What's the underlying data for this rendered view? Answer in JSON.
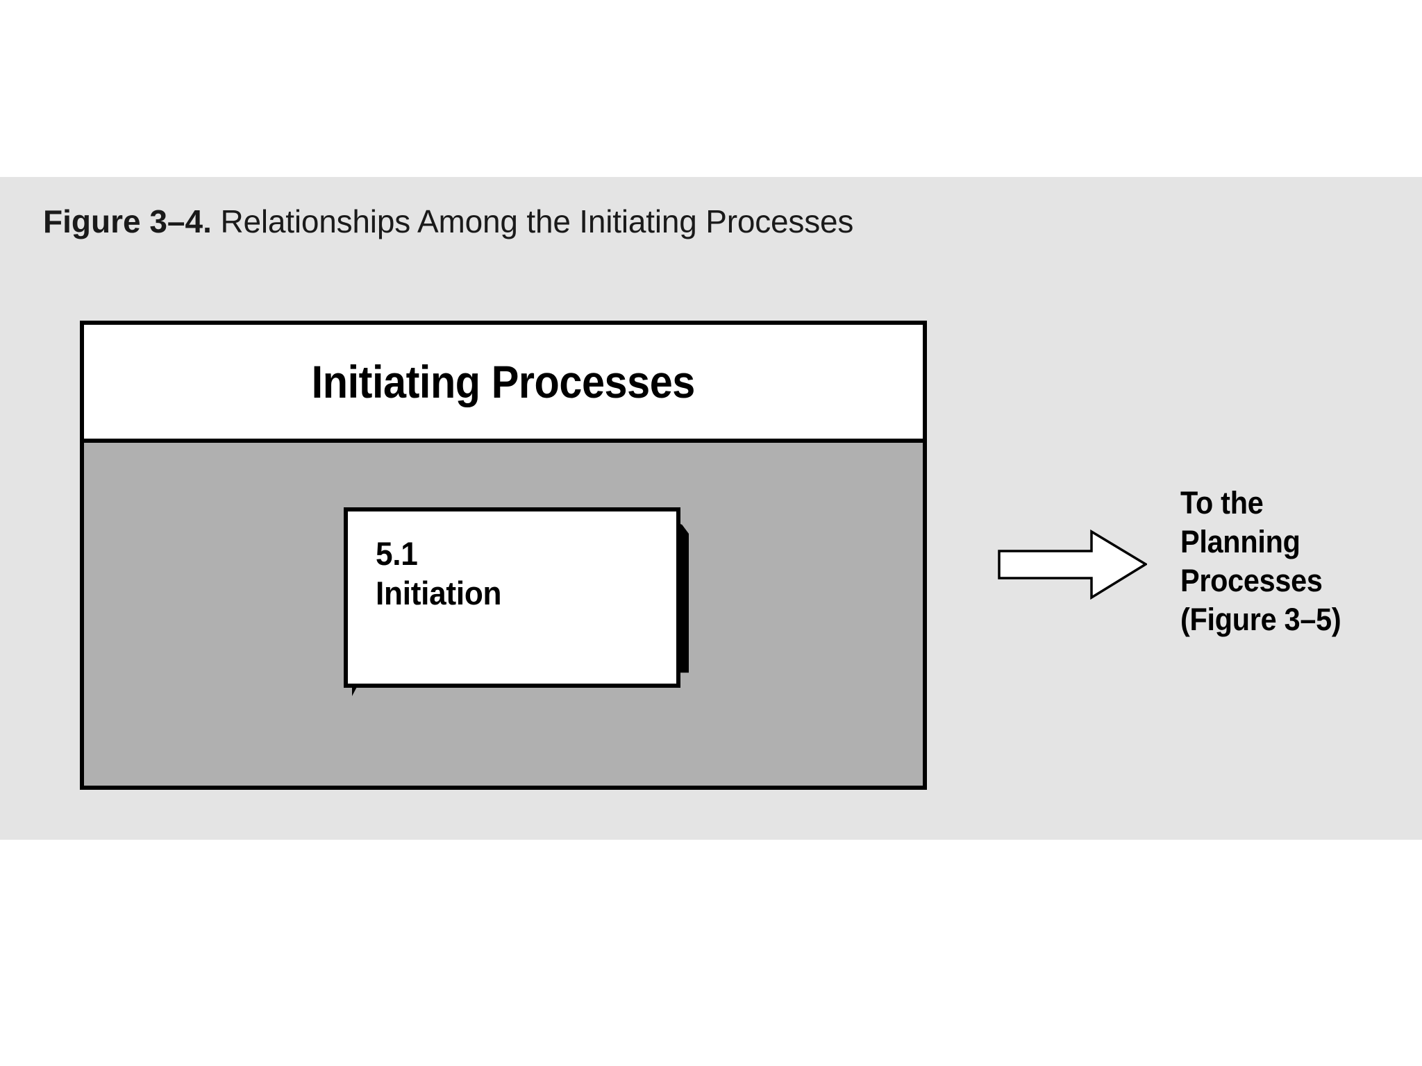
{
  "figure": {
    "caption_label": "Figure 3–4.",
    "caption_text": " Relationships Among the Initiating Processes",
    "panel_background": "#e4e4e4"
  },
  "diagram": {
    "header_label": "Initiating Processes",
    "header_background": "#ffffff",
    "body_background": "#b0b0b0",
    "border_color": "#000000",
    "nodes": [
      {
        "number": "5.1",
        "name": "Initiation",
        "fill": "#ffffff",
        "shadow": "#000000"
      }
    ],
    "flow": {
      "arrow_icon": "right-block-arrow-icon",
      "arrow_fill": "#ffffff",
      "arrow_stroke": "#000000",
      "destination_lines": [
        "To the",
        "Planning",
        "Processes",
        "(Figure 3–5)"
      ]
    }
  }
}
